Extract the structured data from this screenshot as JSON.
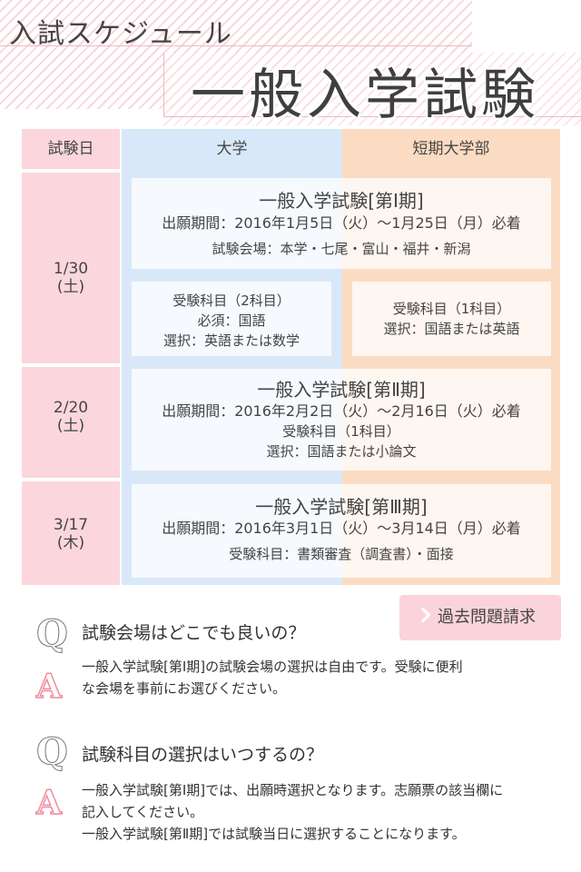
{
  "header": {
    "heading": "入試スケジュール",
    "title": "一般入学試験"
  },
  "table": {
    "headers": {
      "date": "試験日",
      "university": "大学",
      "junior_college": "短期大学部"
    },
    "rows": [
      {
        "date": "1/30",
        "day": "(土)",
        "period_title": "一般入学試験[第Ⅰ期]",
        "application": "出願期間：2016年1月5日（火）～1月25日（月）必着",
        "venue": "試験会場：本学・七尾・富山・福井・新潟",
        "univ_subjects": [
          "受験科目（2科目）",
          "必須：国語",
          "選択：英語または数学"
        ],
        "junior_subjects": [
          "受験科目（1科目）",
          "選択：国語または英語"
        ]
      },
      {
        "date": "2/20",
        "day": "(土)",
        "period_title": "一般入学試験[第Ⅱ期]",
        "application": "出願期間：2016年2月2日（火）～2月16日（火）必着",
        "subjects": [
          "受験科目（1科目）",
          "選択：国語または小論文"
        ]
      },
      {
        "date": "3/17",
        "day": "(木)",
        "period_title": "一般入学試験[第Ⅲ期]",
        "application": "出願期間：2016年3月1日（火）～3月14日（月）必着",
        "subjects": [
          "受験科目：書類審査（調査書）・面接"
        ]
      }
    ]
  },
  "past_exam_button": "過去問題請求",
  "faq": [
    {
      "q_mark": "Q",
      "a_mark": "A",
      "question": "試験会場はどこでも良いの？",
      "answer": [
        "一般入学試験[第Ⅰ期]の試験会場の選択は自由です。受験に便利",
        "な会場を事前にお選びください。"
      ]
    },
    {
      "q_mark": "Q",
      "a_mark": "A",
      "question": "試験科目の選択はいつするの？",
      "answer": [
        "一般入学試験[第Ⅰ期]では、出願時選択となります。志願票の該当欄に",
        "記入してください。",
        "一般入学試験[第Ⅱ期]では試験当日に選択することになります。"
      ]
    }
  ],
  "colors": {
    "pink": "#fbd7dd",
    "blue": "#d9e8f9",
    "orange": "#fbdcc3",
    "answer_pink": "#f08c9c"
  }
}
